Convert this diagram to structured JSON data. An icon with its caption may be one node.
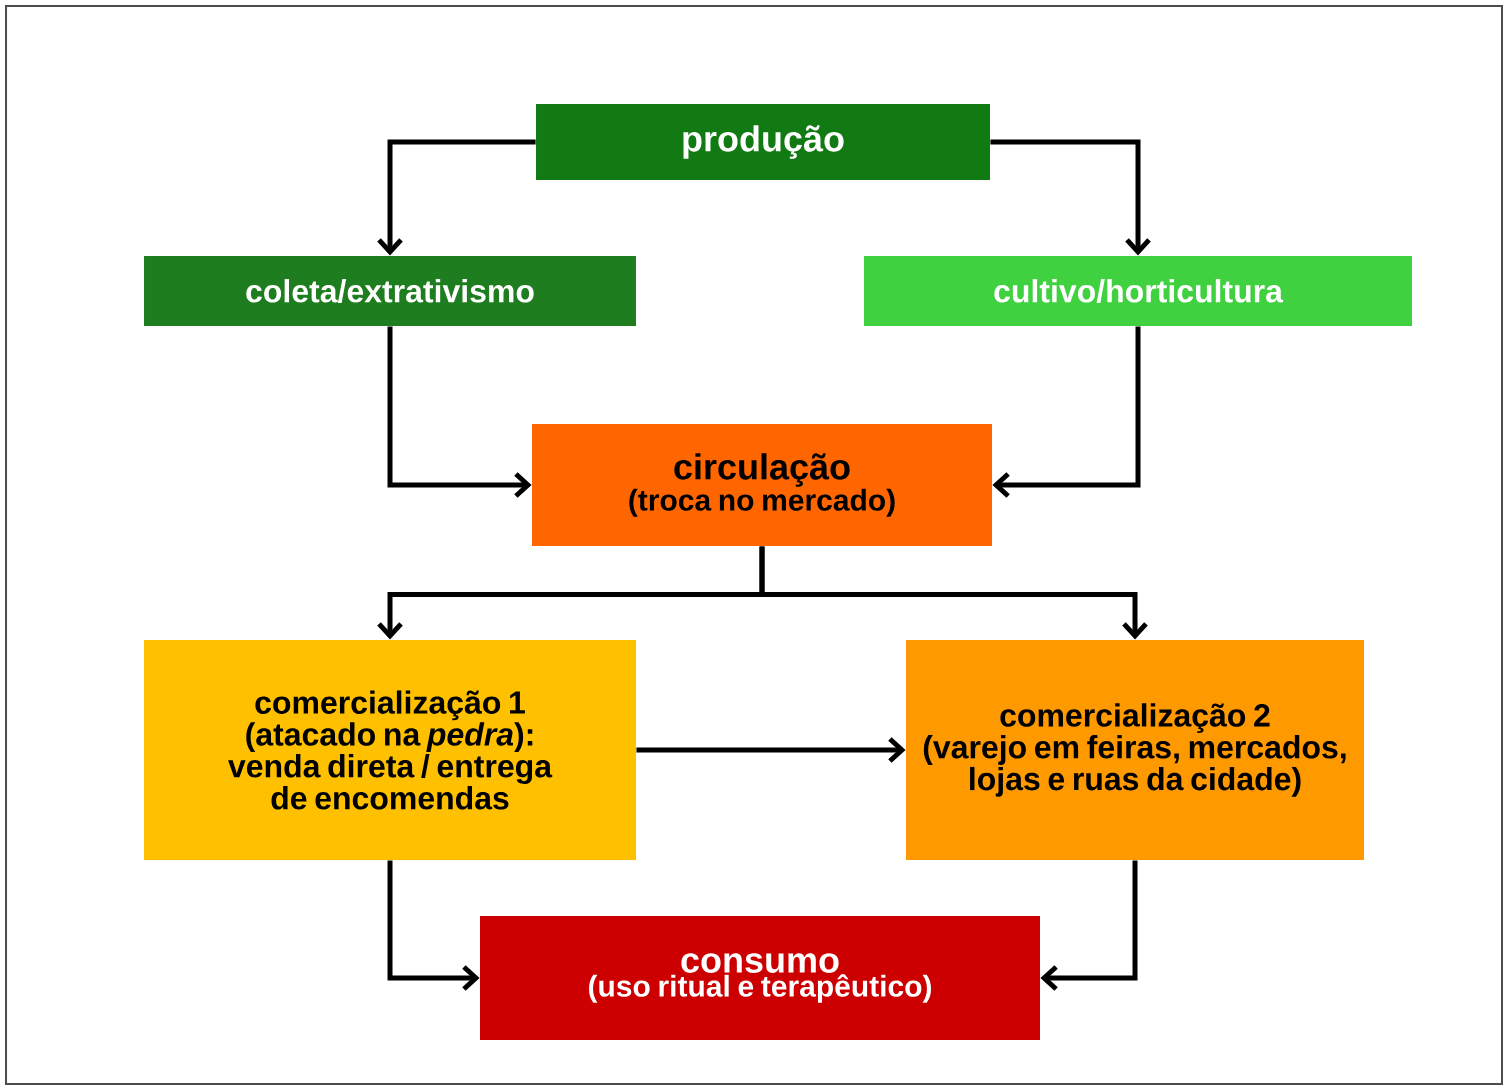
{
  "diagram": {
    "nodes": [
      {
        "text": [
          "produção"
        ]
      },
      {
        "text": [
          "coleta/extrativismo"
        ]
      },
      {
        "text": [
          "cultivo/horticultura"
        ]
      },
      {
        "text": [
          "circulação",
          "(troca no mercado)"
        ]
      },
      {
        "text": [
          "comercialização 1",
          "(atacado na *pedra*): venda direta / entrega de encomendas"
        ]
      },
      {
        "text": [
          "comercialização 2",
          "(varejo em feiras, mercados, lojas e ruas da cidade)"
        ]
      },
      {
        "text": [
          "consumo",
          "(uso ritual e terapêutico)"
        ]
      }
    ],
    "edges": [
      {
        "from": 0,
        "to": 1,
        "arrow": "to"
      },
      {
        "from": 0,
        "to": 2,
        "arrow": "to"
      },
      {
        "from": 1,
        "to": 3,
        "arrow": "to"
      },
      {
        "from": 2,
        "to": 3,
        "arrow": "to"
      },
      {
        "from": 3,
        "to": 4,
        "arrow": "to"
      },
      {
        "from": 3,
        "to": 5,
        "arrow": "to"
      },
      {
        "from": 4,
        "to": 5,
        "arrow": "to"
      },
      {
        "from": 4,
        "to": 6,
        "arrow": "to"
      },
      {
        "from": 5,
        "to": 6,
        "arrow": "to"
      }
    ]
  }
}
